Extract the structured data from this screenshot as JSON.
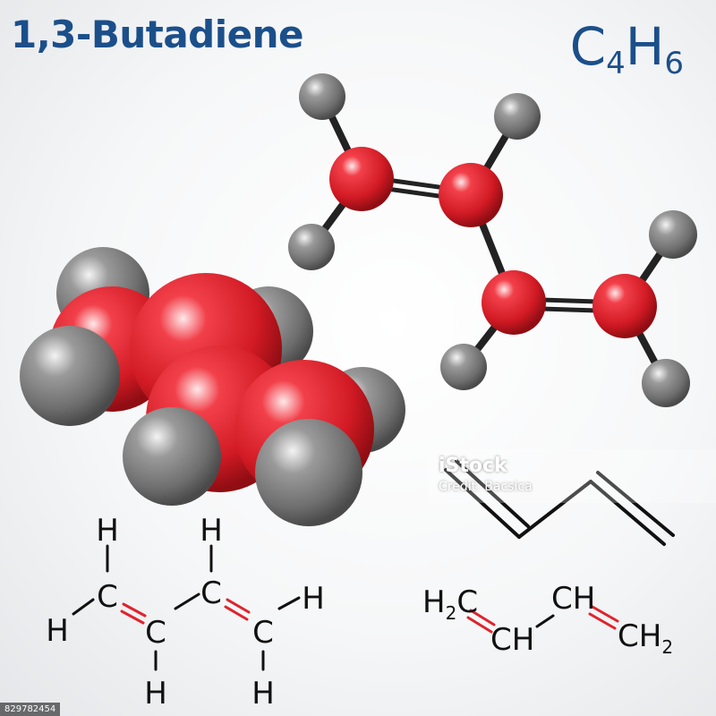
{
  "title": "1,3-Butadiene",
  "formula": {
    "c": "C",
    "c_count": "4",
    "h": "H",
    "h_count": "6"
  },
  "colors": {
    "carbon": "#e0232d",
    "hydrogen": "#8a8a8a",
    "title": "#1b4f8a",
    "double_bond": "#e0232d"
  },
  "structural_formula": {
    "h_top_left": "H",
    "h_top_mid": "H",
    "h_left": "H",
    "h_right": "H",
    "h_bottom_left": "H",
    "h_bottom_right": "H",
    "c1": "C",
    "c2": "C",
    "c3": "C",
    "c4": "C"
  },
  "condensed_formula": {
    "h2c_h": "H",
    "h2c_2": "2",
    "h2c_c": "C",
    "ch_1": "CH",
    "ch_2": "CH",
    "ch2_c": "CH",
    "ch2_2": "2"
  },
  "watermark": {
    "brand": "iStock",
    "credit": "Credit: Bacsica"
  },
  "stock_id": "829782454"
}
